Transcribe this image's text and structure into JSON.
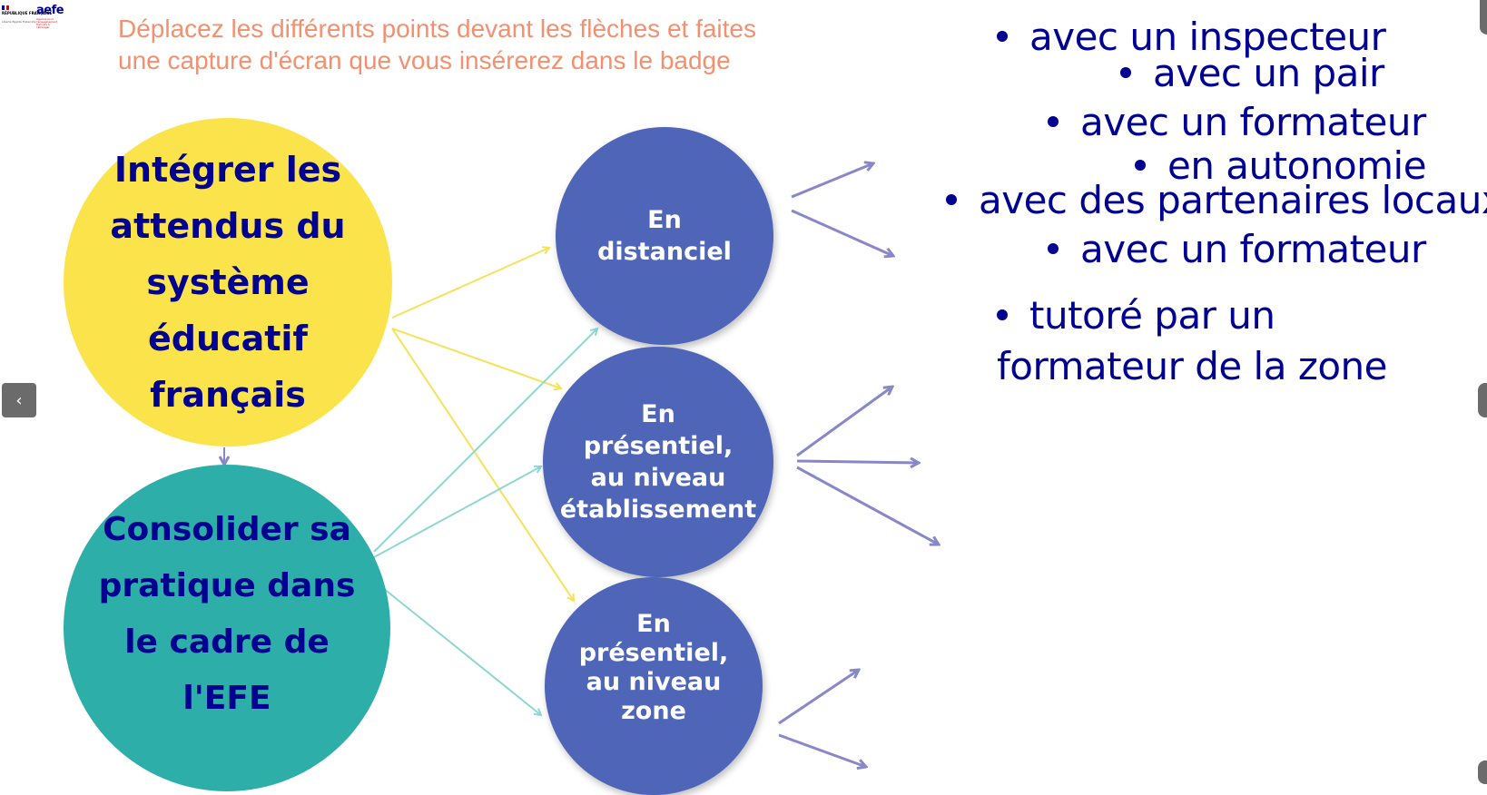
{
  "logo": {
    "republique": "RÉPUBLIQUE FRANÇAISE",
    "motto": "Liberté Égalité Fraternité",
    "aefe": "aefe",
    "agence": "Agence pour l'enseignement français à l'étranger"
  },
  "instructions": "Déplacez les différents points devant les flèches et faites une capture d'écran que vous insérerez dans le badge",
  "goals": {
    "yellow": [
      "Intégrer les",
      "attendus du",
      "système éducatif",
      "français"
    ],
    "teal": [
      "Consolider sa",
      "pratique dans",
      "le cadre de",
      "l'EFE"
    ]
  },
  "modes": {
    "distanciel": [
      "En",
      "distanciel"
    ],
    "etablissement": [
      "En",
      "présentiel,",
      "au niveau",
      "établissement"
    ],
    "zone": [
      "En",
      "présentiel,",
      "au niveau",
      "zone"
    ]
  },
  "options": [
    "avec un inspecteur",
    "avec un pair",
    "avec un formateur",
    "en autonomie",
    "avec des partenaires locaux",
    "avec un formateur",
    "tutoré par un formateur de la zone"
  ],
  "nav": {
    "prev": "‹"
  },
  "colors": {
    "navy": "#000091",
    "yellow": "#fbe44b",
    "teal": "#2daea9",
    "blue": "#4f66b8",
    "instruction": "#f29070",
    "arrow_purple": "#8888c8",
    "arrow_yellow": "#f5e25a",
    "arrow_teal": "#8fd6d2"
  }
}
